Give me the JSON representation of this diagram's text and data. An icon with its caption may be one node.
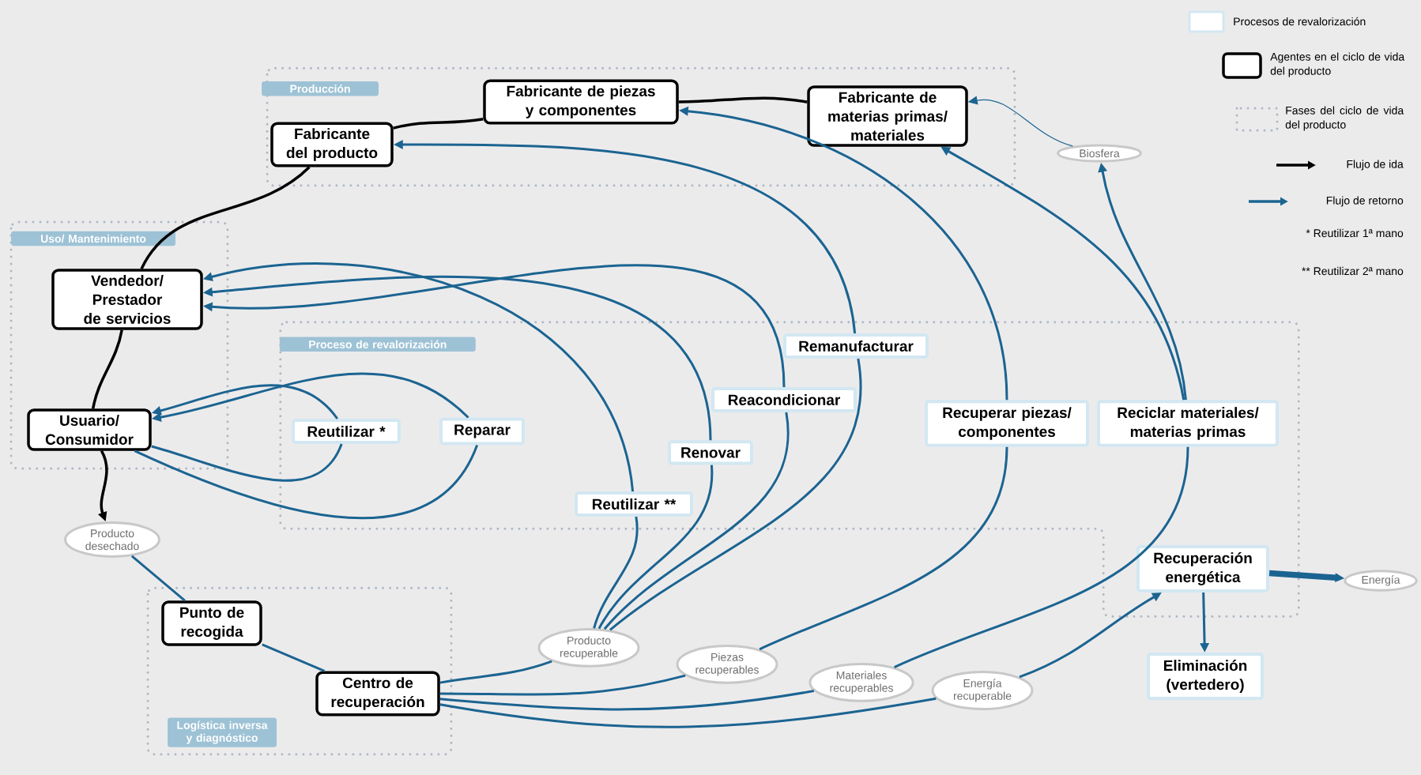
{
  "diagram": {
    "nodes": [
      {
        "text": [
          "Producción"
        ]
      },
      {
        "text": [
          "Fabricante del producto"
        ],
        "in": 0
      },
      {
        "text": [
          "Fabricante de piezas y componentes"
        ],
        "in": 0
      },
      {
        "text": [
          "Fabricante de materias primas/ materiales"
        ],
        "in": 0
      },
      {
        "text": [
          "Uso/ Mantenimiento"
        ]
      },
      {
        "text": [
          "Vendedor/ Prestador de servicios"
        ],
        "in": 4
      },
      {
        "text": [
          "Usuario/ Consumidor"
        ],
        "in": 4
      },
      {
        "text": [
          "Proceso de revalorización"
        ]
      },
      {
        "text": [
          "Reutilizar *"
        ],
        "in": 7
      },
      {
        "text": [
          "Reparar"
        ],
        "in": 7
      },
      {
        "text": [
          "Reutilizar **"
        ],
        "in": 7
      },
      {
        "text": [
          "Renovar"
        ],
        "in": 7
      },
      {
        "text": [
          "Reacondicionar"
        ],
        "in": 7
      },
      {
        "text": [
          "Remanufacturar"
        ],
        "in": 7
      },
      {
        "text": [
          "Recuperar piezas/ componentes"
        ],
        "in": 7
      },
      {
        "text": [
          "Reciclar materiales/ materias primas"
        ],
        "in": 7
      },
      {
        "text": [
          "Recuperación energética"
        ],
        "in": 7
      },
      {
        "text": [
          "Eliminación (vertedero)"
        ]
      },
      {
        "text": [
          "Energía"
        ]
      },
      {
        "text": [
          "Biosfera"
        ]
      },
      {
        "text": [
          "Logística inversa y diagnóstico"
        ]
      },
      {
        "text": [
          "Punto de recogida"
        ],
        "in": 20
      },
      {
        "text": [
          "Centro de recuperación"
        ],
        "in": 20
      },
      {
        "text": [
          "Producto desechado"
        ]
      },
      {
        "text": [
          "Producto recuperable"
        ]
      },
      {
        "text": [
          "Piezas recuperables"
        ]
      },
      {
        "text": [
          "Materiales recuperables"
        ]
      },
      {
        "text": [
          "Energía recuperable"
        ]
      }
    ],
    "edges": [
      {
        "from": 3,
        "to": 2,
        "arrow": "none",
        "color": "#000000"
      },
      {
        "from": 2,
        "to": 1,
        "arrow": "none",
        "color": "#000000"
      },
      {
        "from": 1,
        "to": 5,
        "arrow": "none",
        "color": "#000000"
      },
      {
        "from": 5,
        "to": 6,
        "arrow": "none",
        "color": "#000000"
      },
      {
        "from": 6,
        "to": 23,
        "arrow": "to",
        "color": "#000000"
      },
      {
        "from": 23,
        "to": 21,
        "arrow": "none"
      },
      {
        "from": 21,
        "to": 22,
        "arrow": "none"
      },
      {
        "from": 22,
        "to": 24,
        "arrow": "none"
      },
      {
        "from": 22,
        "to": 25,
        "arrow": "none"
      },
      {
        "from": 22,
        "to": 26,
        "arrow": "none"
      },
      {
        "from": 22,
        "to": 27,
        "arrow": "none"
      },
      {
        "from": 27,
        "to": 16,
        "arrow": "to"
      },
      {
        "from": 24,
        "to": 10,
        "arrow": "none"
      },
      {
        "from": 24,
        "to": 11,
        "arrow": "none"
      },
      {
        "from": 24,
        "to": 12,
        "arrow": "none"
      },
      {
        "from": 24,
        "to": 13,
        "arrow": "none"
      },
      {
        "from": 10,
        "to": 5,
        "arrow": "to"
      },
      {
        "from": 11,
        "to": 5,
        "arrow": "to"
      },
      {
        "from": 12,
        "to": 5,
        "arrow": "to"
      },
      {
        "from": 13,
        "to": 1,
        "arrow": "to"
      },
      {
        "from": 25,
        "to": 14,
        "arrow": "none"
      },
      {
        "from": 14,
        "to": 2,
        "arrow": "to"
      },
      {
        "from": 26,
        "to": 15,
        "arrow": "none"
      },
      {
        "from": 15,
        "to": 3,
        "arrow": "to"
      },
      {
        "from": 15,
        "to": 19,
        "arrow": "to"
      },
      {
        "from": 19,
        "to": 3,
        "arrow": "to"
      },
      {
        "from": 16,
        "to": 18,
        "arrow": "to",
        "style": "thick"
      },
      {
        "from": 16,
        "to": 17,
        "arrow": "to"
      },
      {
        "from": 6,
        "to": 8,
        "arrow": "none"
      },
      {
        "from": 8,
        "to": 6,
        "arrow": "to"
      },
      {
        "from": 6,
        "to": 9,
        "arrow": "none"
      },
      {
        "from": 9,
        "to": 6,
        "arrow": "to"
      }
    ],
    "labels": [
      "* Reutilizar 1ª mano",
      "** Reutilizar 2ª mano"
    ],
    "legend": [
      {
        "text": "Procesos de revalorización"
      },
      {
        "text": "Agentes en el ciclo de vida del producto"
      },
      {
        "text": "Fases del ciclo de vida del producto"
      },
      {
        "text": "Flujo de ida"
      },
      {
        "text": "Flujo de retorno"
      }
    ]
  }
}
